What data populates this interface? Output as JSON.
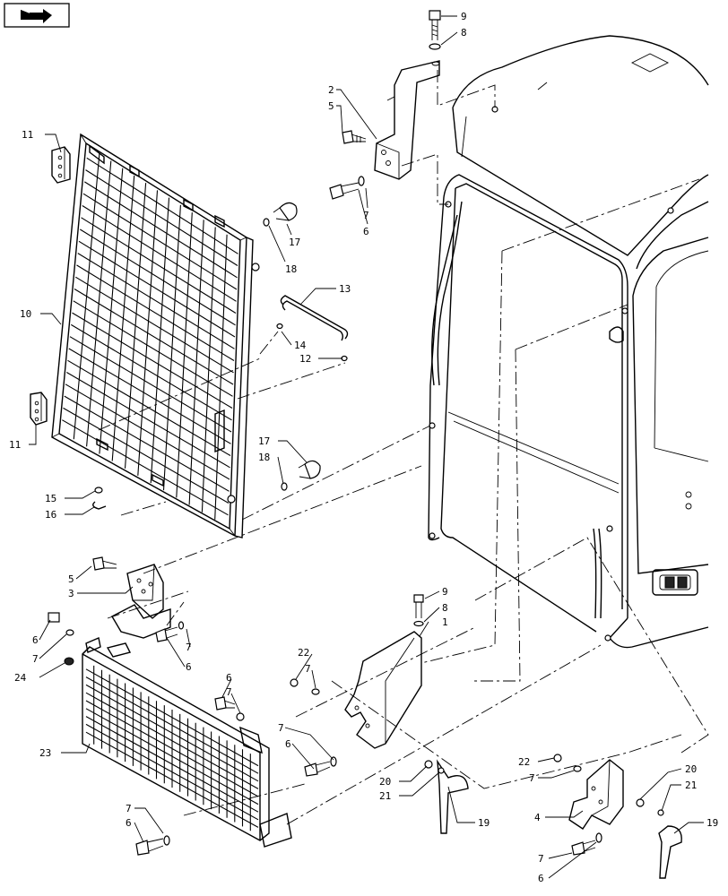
{
  "nav": {
    "icon": "return-arrow-icon"
  },
  "diagram": {
    "callouts": [
      {
        "id": "c-9a",
        "text": "9"
      },
      {
        "id": "c-8a",
        "text": "8"
      },
      {
        "id": "c-2",
        "text": "2"
      },
      {
        "id": "c-5a",
        "text": "5"
      },
      {
        "id": "c-7a",
        "text": "7"
      },
      {
        "id": "c-6a",
        "text": "6"
      },
      {
        "id": "c-11a",
        "text": "11"
      },
      {
        "id": "c-17a",
        "text": "17"
      },
      {
        "id": "c-18a",
        "text": "18"
      },
      {
        "id": "c-13",
        "text": "13"
      },
      {
        "id": "c-10",
        "text": "10"
      },
      {
        "id": "c-14",
        "text": "14"
      },
      {
        "id": "c-12",
        "text": "12"
      },
      {
        "id": "c-11b",
        "text": "11"
      },
      {
        "id": "c-17b",
        "text": "17"
      },
      {
        "id": "c-18b",
        "text": "18"
      },
      {
        "id": "c-15",
        "text": "15"
      },
      {
        "id": "c-16",
        "text": "16"
      },
      {
        "id": "c-5b",
        "text": "5"
      },
      {
        "id": "c-3",
        "text": "3"
      },
      {
        "id": "c-9b",
        "text": "9"
      },
      {
        "id": "c-8b",
        "text": "8"
      },
      {
        "id": "c-1",
        "text": "1"
      },
      {
        "id": "c-6b",
        "text": "6"
      },
      {
        "id": "c-7b",
        "text": "7"
      },
      {
        "id": "c-24",
        "text": "24"
      },
      {
        "id": "c-7c",
        "text": "7"
      },
      {
        "id": "c-6c",
        "text": "6"
      },
      {
        "id": "c-22a",
        "text": "22"
      },
      {
        "id": "c-7d",
        "text": "7"
      },
      {
        "id": "c-6d",
        "text": "6"
      },
      {
        "id": "c-7e",
        "text": "7"
      },
      {
        "id": "c-23",
        "text": "23"
      },
      {
        "id": "c-7f",
        "text": "7"
      },
      {
        "id": "c-6e",
        "text": "6"
      },
      {
        "id": "c-20a",
        "text": "20"
      },
      {
        "id": "c-21a",
        "text": "21"
      },
      {
        "id": "c-19a",
        "text": "19"
      },
      {
        "id": "c-22b",
        "text": "22"
      },
      {
        "id": "c-7g",
        "text": "7"
      },
      {
        "id": "c-4",
        "text": "4"
      },
      {
        "id": "c-20b",
        "text": "20"
      },
      {
        "id": "c-21b",
        "text": "21"
      },
      {
        "id": "c-19b",
        "text": "19"
      },
      {
        "id": "c-7h",
        "text": "7"
      },
      {
        "id": "c-6f",
        "text": "6"
      },
      {
        "id": "c-7i",
        "text": "7"
      },
      {
        "id": "c-6g",
        "text": "6"
      }
    ]
  }
}
